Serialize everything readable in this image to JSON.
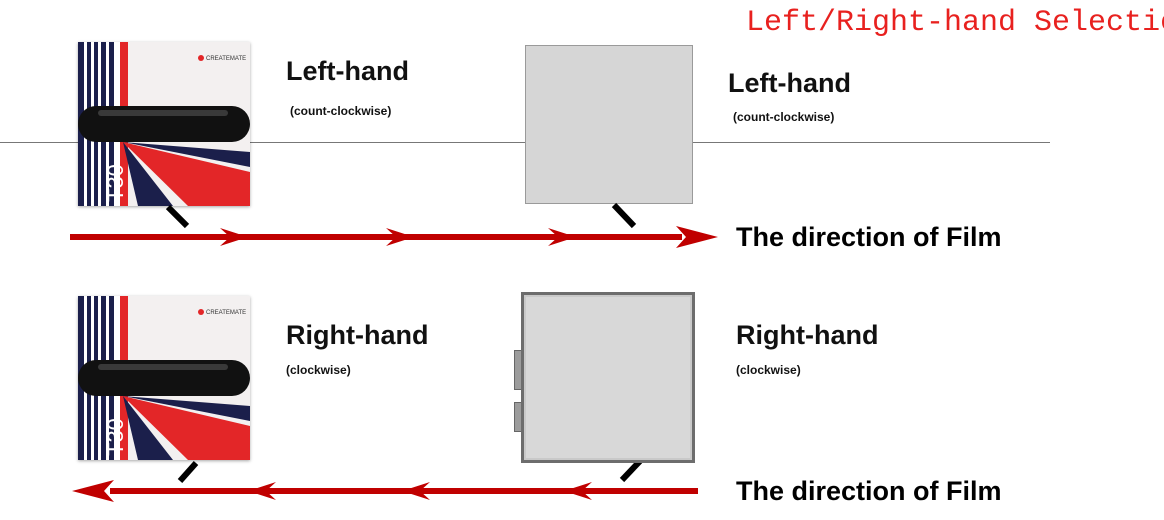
{
  "title": "Left/Right-hand Selection",
  "top_section": {
    "left_label": "Left-hand",
    "left_sub": "(count-clockwise)",
    "right_label": "Left-hand",
    "right_sub": "(count-clockwise)",
    "arrow_direction": "right",
    "film_label": "The direction of Film"
  },
  "bottom_section": {
    "left_label": "Right-hand",
    "left_sub": "(clockwise)",
    "right_label": "Right-hand",
    "right_sub": "(clockwise)",
    "arrow_direction": "left",
    "film_label": "The direction of Film"
  },
  "printer": {
    "brand": "CREATEMATE",
    "model": "T30"
  },
  "colors": {
    "title": "#e8211f",
    "arrow": "#c00000",
    "text": "#000000",
    "box": "#d6d6d6"
  }
}
